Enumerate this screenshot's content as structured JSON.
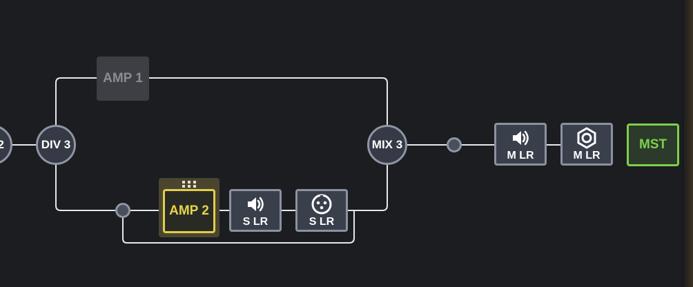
{
  "routing": {
    "prev_node_label": "2",
    "div_node_label": "DIV 3",
    "mix_node_label": "MIX 3",
    "path_a": {
      "amp_label": "AMP 1"
    },
    "path_b": {
      "amp_label": "AMP 2",
      "outputs": [
        {
          "icon": "speaker-icon",
          "label": "S LR"
        },
        {
          "icon": "xlr-icon",
          "label": "S LR"
        }
      ]
    },
    "main_outputs": [
      {
        "icon": "speaker-icon",
        "label": "M LR"
      },
      {
        "icon": "hex-nut-icon",
        "label": "M LR"
      }
    ],
    "master_label": "MST"
  },
  "colors": {
    "background": "#1c1d21",
    "wire": "#e6e8ec",
    "selected_accent": "#e0cf4a",
    "master_accent": "#7fd04a",
    "disabled_block": "#3d3f45"
  }
}
